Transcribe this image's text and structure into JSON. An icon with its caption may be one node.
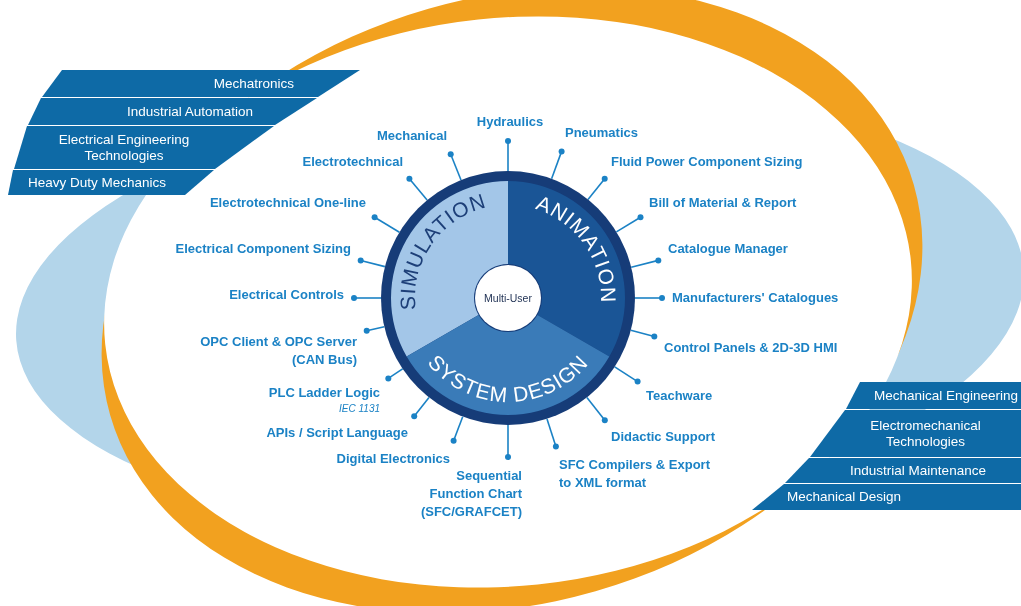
{
  "diagram": {
    "nodes": [
      {
        "text": [
          "Mechatronics"
        ]
      },
      {
        "text": [
          "Industrial Automation"
        ]
      },
      {
        "text": [
          "Electrical Engineering Technologies"
        ]
      },
      {
        "text": [
          "Heavy Duty Mechanics"
        ]
      },
      {
        "text": [],
        "shape": "circle"
      },
      {
        "text": [
          "SIMULATION"
        ],
        "in": 4
      },
      {
        "text": [
          "ANIMATION"
        ],
        "in": 4
      },
      {
        "text": [
          "SYSTEM DESIGN"
        ],
        "in": 4
      },
      {
        "text": [
          "Multi-User"
        ],
        "in": 4
      },
      {
        "text": [
          "Mechanical"
        ]
      },
      {
        "text": [
          "Hydraulics"
        ]
      },
      {
        "text": [
          "Pneumatics"
        ]
      },
      {
        "text": [
          "Electrotechnical"
        ]
      },
      {
        "text": [
          "Fluid Power Component Sizing"
        ]
      },
      {
        "text": [
          "Electrotechnical One-line"
        ]
      },
      {
        "text": [
          "Bill of Material & Report"
        ]
      },
      {
        "text": [
          "Electrical Component Sizing"
        ]
      },
      {
        "text": [
          "Catalogue Manager"
        ]
      },
      {
        "text": [
          "Electrical Controls"
        ]
      },
      {
        "text": [
          "Manufacturers' Catalogues"
        ]
      },
      {
        "text": [
          "OPC Client & OPC Server (CAN Bus)"
        ]
      },
      {
        "text": [
          "Control Panels & 2D-3D HMI"
        ]
      },
      {
        "text": [
          "PLC Ladder Logic",
          "IEC 1131"
        ]
      },
      {
        "text": [
          "Teachware"
        ]
      },
      {
        "text": [
          "APIs / Script Language"
        ]
      },
      {
        "text": [
          "Didactic Support"
        ]
      },
      {
        "text": [
          "Digital Electronics"
        ]
      },
      {
        "text": [
          "Sequential Function Chart (SFC/GRAFCET)"
        ]
      },
      {
        "text": [
          "SFC Compilers & Export to XML format"
        ]
      },
      {
        "text": [
          "Mechanical Engineering"
        ]
      },
      {
        "text": [
          "Electromechanical Technologies"
        ]
      },
      {
        "text": [
          "Industrial Maintenance"
        ]
      },
      {
        "text": [
          "Mechanical Design"
        ]
      }
    ],
    "edges": [
      {
        "from": 9,
        "to": 4,
        "arrow": "other"
      },
      {
        "from": 10,
        "to": 4,
        "arrow": "other"
      },
      {
        "from": 11,
        "to": 4,
        "arrow": "other"
      },
      {
        "from": 12,
        "to": 4,
        "arrow": "other"
      },
      {
        "from": 13,
        "to": 4,
        "arrow": "other"
      },
      {
        "from": 14,
        "to": 4,
        "arrow": "other"
      },
      {
        "from": 15,
        "to": 4,
        "arrow": "other"
      },
      {
        "from": 16,
        "to": 4,
        "arrow": "other"
      },
      {
        "from": 17,
        "to": 4,
        "arrow": "other"
      },
      {
        "from": 18,
        "to": 4,
        "arrow": "other"
      },
      {
        "from": 19,
        "to": 4,
        "arrow": "other"
      },
      {
        "from": 20,
        "to": 4,
        "arrow": "other"
      },
      {
        "from": 21,
        "to": 4,
        "arrow": "other"
      },
      {
        "from": 22,
        "to": 4,
        "arrow": "other"
      },
      {
        "from": 23,
        "to": 4,
        "arrow": "other"
      },
      {
        "from": 24,
        "to": 4,
        "arrow": "other"
      },
      {
        "from": 25,
        "to": 4,
        "arrow": "other"
      },
      {
        "from": 26,
        "to": 4,
        "arrow": "other"
      },
      {
        "from": 27,
        "to": 4,
        "arrow": "other"
      },
      {
        "from": 28,
        "to": 4,
        "arrow": "other"
      }
    ]
  }
}
